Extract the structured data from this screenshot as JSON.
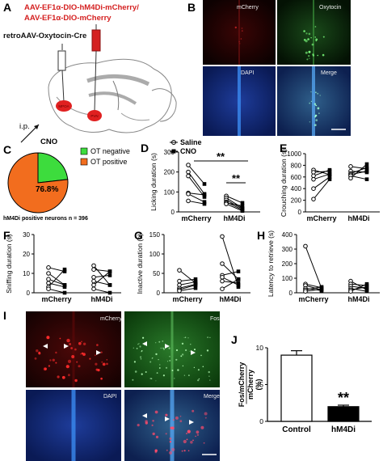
{
  "panels": {
    "A": {
      "letter": "A",
      "virus_line1": "AAV-EF1α-DIO-hM4Di-mCherry/",
      "virus_line2": "AAV-EF1α-DIO-mCherry",
      "retro_label": "retroAAV-Oxytocin-Cre",
      "region1": "MPOA",
      "region2": "PVN",
      "ip_label": "i.p.",
      "cno_label": "CNO"
    },
    "B": {
      "letter": "B",
      "labels": [
        "mCherry",
        "Oxytocin",
        "DAPI",
        "Merge"
      ]
    },
    "C": {
      "letter": "C",
      "legend": [
        "OT negative",
        "OT positive"
      ],
      "percent_label": "76.8%",
      "note": "hM4Di positive neurons n = 396",
      "colors": {
        "ot_negative": "#3ddc3d",
        "ot_positive": "#f26d1e"
      }
    },
    "D": {
      "letter": "D",
      "legend": [
        "Saline",
        "CNO"
      ],
      "sig1": "**",
      "sig2": "**"
    },
    "E": {
      "letter": "E"
    },
    "F": {
      "letter": "F"
    },
    "G": {
      "letter": "G"
    },
    "H": {
      "letter": "H"
    },
    "I": {
      "letter": "I",
      "labels": [
        "mCherry",
        "Fos",
        "DAPI",
        "Merge"
      ]
    },
    "J": {
      "letter": "J",
      "sig": "**"
    }
  },
  "chart_data": [
    {
      "id": "C",
      "type": "pie",
      "categories": [
        "OT negative",
        "OT positive"
      ],
      "values": [
        23.2,
        76.8
      ]
    },
    {
      "id": "D",
      "type": "line",
      "ylabel": "Licking duration (s)",
      "categories": [
        "mCherry",
        "hM4Di"
      ],
      "ylim": [
        0,
        300
      ],
      "yticks": [
        0,
        100,
        200,
        300
      ],
      "pairs": [
        {
          "group": "mCherry",
          "values": [
            [
              235,
              140
            ],
            [
              200,
              90
            ],
            [
              180,
              75
            ],
            [
              95,
              85
            ],
            [
              90,
              50
            ],
            [
              55,
              40
            ]
          ]
        },
        {
          "group": "hM4Di",
          "values": [
            [
              80,
              45
            ],
            [
              70,
              20
            ],
            [
              60,
              15
            ],
            [
              50,
              10
            ],
            [
              45,
              30
            ],
            [
              40,
              5
            ]
          ]
        }
      ]
    },
    {
      "id": "E",
      "type": "line",
      "ylabel": "Crouching duration (s)",
      "categories": [
        "mCherry",
        "hM4Di"
      ],
      "ylim": [
        0,
        1000
      ],
      "yticks": [
        0,
        200,
        400,
        600,
        800,
        1000
      ],
      "pairs": [
        {
          "group": "mCherry",
          "values": [
            [
              720,
              640
            ],
            [
              680,
              700
            ],
            [
              620,
              720
            ],
            [
              560,
              650
            ],
            [
              400,
              600
            ],
            [
              220,
              560
            ]
          ]
        },
        {
          "group": "hM4Di",
          "values": [
            [
              780,
              740
            ],
            [
              700,
              680
            ],
            [
              660,
              760
            ],
            [
              640,
              700
            ],
            [
              620,
              560
            ],
            [
              580,
              820
            ]
          ]
        }
      ]
    },
    {
      "id": "F",
      "type": "line",
      "ylabel": "Sniffing duration (s)",
      "categories": [
        "mCherry",
        "hM4Di"
      ],
      "ylim": [
        0,
        30
      ],
      "yticks": [
        0,
        10,
        20,
        30
      ],
      "pairs": [
        {
          "group": "mCherry",
          "values": [
            [
              13,
              11
            ],
            [
              10,
              4
            ],
            [
              7,
              4
            ],
            [
              5,
              3
            ],
            [
              3,
              12
            ],
            [
              2,
              0
            ]
          ]
        },
        {
          "group": "hM4Di",
          "values": [
            [
              14,
              4
            ],
            [
              12,
              11
            ],
            [
              8,
              9
            ],
            [
              6,
              4
            ],
            [
              4,
              11
            ],
            [
              2,
              0
            ]
          ]
        }
      ]
    },
    {
      "id": "G",
      "type": "line",
      "ylabel": "Inactive duration (s)",
      "categories": [
        "mCherry",
        "hM4Di"
      ],
      "ylim": [
        0,
        150
      ],
      "yticks": [
        0,
        50,
        100,
        150
      ],
      "pairs": [
        {
          "group": "mCherry",
          "values": [
            [
              58,
              25
            ],
            [
              30,
              35
            ],
            [
              20,
              28
            ],
            [
              12,
              22
            ],
            [
              8,
              20
            ],
            [
              5,
              12
            ]
          ]
        },
        {
          "group": "hM4Di",
          "values": [
            [
              145,
              15
            ],
            [
              75,
              35
            ],
            [
              45,
              55
            ],
            [
              40,
              20
            ],
            [
              30,
              25
            ],
            [
              10,
              35
            ]
          ]
        }
      ]
    },
    {
      "id": "H",
      "type": "line",
      "ylabel": "Latency to retrieve (s)",
      "categories": [
        "mCherry",
        "hM4Di"
      ],
      "ylim": [
        0,
        400
      ],
      "yticks": [
        0,
        100,
        200,
        300,
        400
      ],
      "pairs": [
        {
          "group": "mCherry",
          "values": [
            [
              320,
              30
            ],
            [
              60,
              35
            ],
            [
              50,
              20
            ],
            [
              30,
              15
            ],
            [
              20,
              40
            ],
            [
              10,
              25
            ]
          ]
        },
        {
          "group": "hM4Di",
          "values": [
            [
              80,
              20
            ],
            [
              60,
              50
            ],
            [
              45,
              30
            ],
            [
              30,
              10
            ],
            [
              20,
              40
            ],
            [
              10,
              60
            ]
          ]
        }
      ]
    },
    {
      "id": "J",
      "type": "bar",
      "ylabel_line1": "Fos/mCherry",
      "ylabel_line2": "mCherry",
      "ylabel_line3": "(%)",
      "categories": [
        "Control",
        "hM4Di"
      ],
      "values": [
        9.0,
        2.0
      ],
      "errors": [
        0.6,
        0.2
      ],
      "ylim": [
        0,
        10
      ],
      "yticks": [
        0,
        5,
        10
      ],
      "fills": [
        "#ffffff",
        "#000000"
      ]
    }
  ]
}
